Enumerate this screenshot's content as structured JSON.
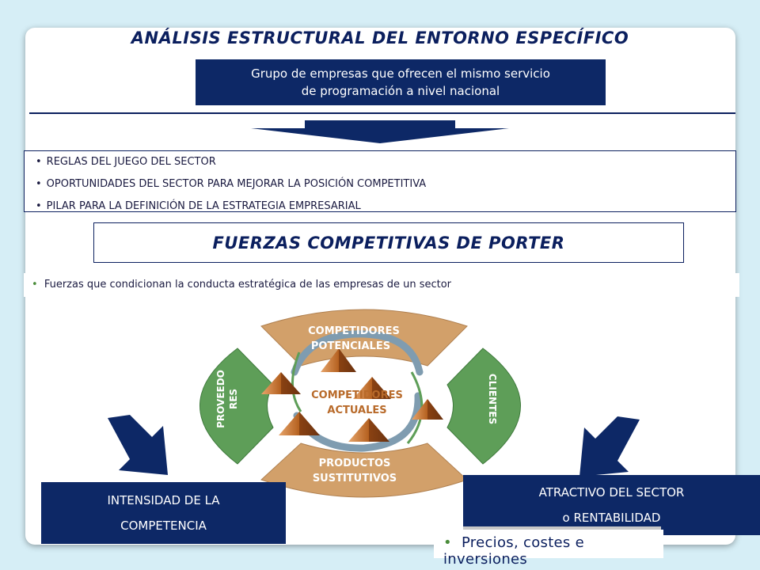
{
  "title": "ANÁLISIS ESTRUCTURAL DEL ENTORNO ESPECÍFICO",
  "definition": {
    "line1": "Grupo de empresas que ofrecen el mismo servicio",
    "line2": "de programación a nivel nacional"
  },
  "rules": [
    "REGLAS DEL JUEGO DEL SECTOR",
    "OPORTUNIDADES DEL SECTOR PARA MEJORAR LA POSICIÓN COMPETITIVA",
    "PILAR PARA LA DEFINICIÓN DE LA ESTRATEGIA EMPRESARIAL"
  ],
  "porter_title": "FUERZAS COMPETITIVAS DE PORTER",
  "forces_note": "Fuerzas que condicionan la conducta estratégica de las empresas de un sector",
  "forces": {
    "top": {
      "line1": "COMPETIDORES",
      "line2": "POTENCIALES"
    },
    "bottom": {
      "line1": "PRODUCTOS",
      "line2": "SUSTITUTIVOS"
    },
    "left": {
      "line1": "PROVEEDO",
      "line2": "RES"
    },
    "right": {
      "line1": "CLIENTES"
    },
    "center": {
      "line1": "COMPETIDORES",
      "line2": "ACTUALES"
    }
  },
  "outcome_left": {
    "line1": "INTENSIDAD DE LA",
    "line2": "COMPETENCIA"
  },
  "outcome_right": {
    "line1": "ATRACTIVO DEL SECTOR",
    "line2": "o RENTABILIDAD"
  },
  "bottom_note": "Precios, costes e inversiones",
  "colors": {
    "navy": "#0d2866",
    "tan": "#d2a06a",
    "green": "#5e9e58",
    "pyramid": "#b86a2a"
  }
}
